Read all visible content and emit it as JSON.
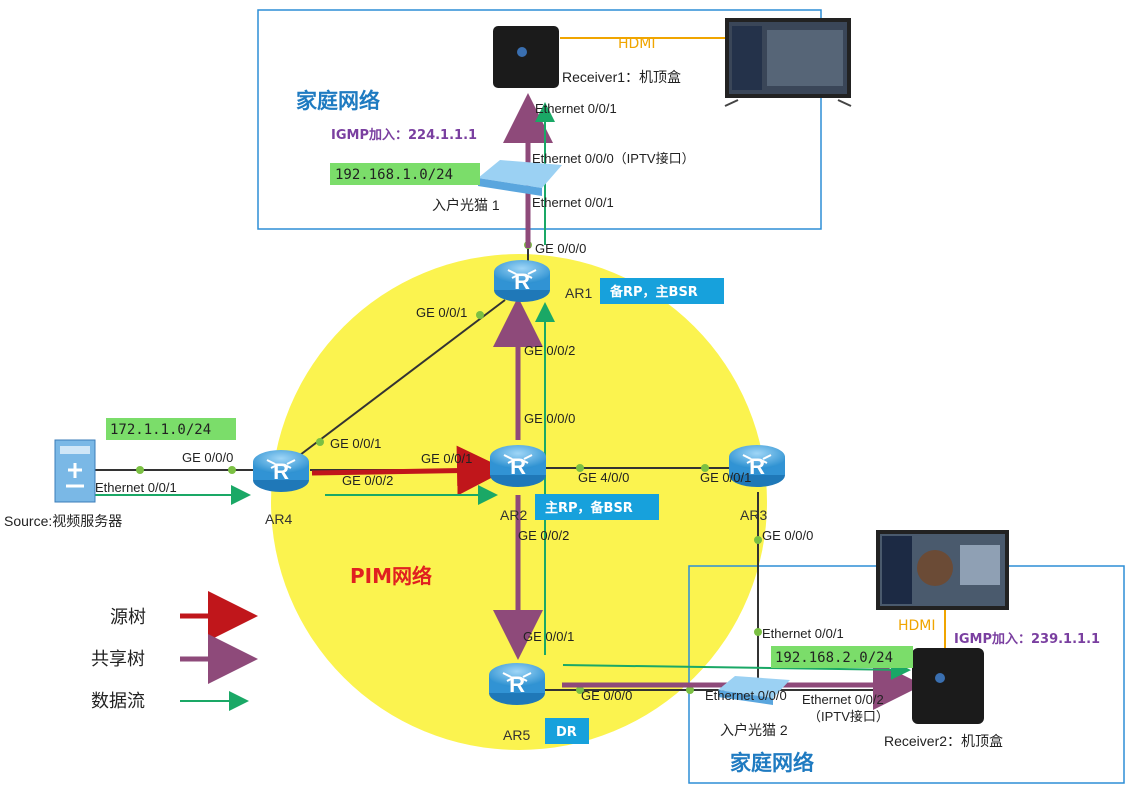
{
  "home_network_top": {
    "title": "家庭网络",
    "igmp_join": "IGMP加入：224.1.1.1",
    "subnet": "192.168.1.0/24",
    "modem": "入户光猫 1",
    "hdmi": "HDMI",
    "receiver": "Receiver1：机顶盒"
  },
  "home_network_bottom": {
    "title": "家庭网络",
    "igmp_join": "IGMP加入：239.1.1.1",
    "subnet": "192.168.2.0/24",
    "modem": "入户光猫 2",
    "hdmi": "HDMI",
    "receiver": "Receiver2：机顶盒"
  },
  "pim_title": "PIM网络",
  "source": {
    "label": "Source:视频服务器",
    "subnet": "172.1.1.0/24",
    "iface": "Ethernet 0/0/1"
  },
  "routers": {
    "ar1": {
      "name": "AR1",
      "role": "备RP，主BSR"
    },
    "ar2": {
      "name": "AR2",
      "role": "主RP，备BSR"
    },
    "ar3": {
      "name": "AR3"
    },
    "ar4": {
      "name": "AR4"
    },
    "ar5": {
      "name": "AR5",
      "role": "DR"
    }
  },
  "ports": {
    "r1_eth001": "Ethernet 0/0/1",
    "r1_eth000": "Ethernet 0/0/0（IPTV接口）",
    "modem1_eth001": "Ethernet 0/0/1",
    "ar1_ge000": "GE 0/0/0",
    "ar1_ge001": "GE 0/0/1",
    "ar1_ge002": "GE 0/0/2",
    "ar2_ge000": "GE 0/0/0",
    "ar4_ge000": "GE 0/0/0",
    "ar4_ge001": "GE 0/0/1",
    "ar4_ge002": "GE 0/0/2",
    "ar2_ge001": "GE 0/0/1",
    "ar2_ge400": "GE 4/0/0",
    "ar3_ge001": "GE 0/0/1",
    "ar3_ge000": "GE 0/0/0",
    "ar2_ge002": "GE 0/0/2",
    "ar5_ge001": "GE 0/0/1",
    "ar5_ge000": "GE 0/0/0",
    "modem2_eth001": "Ethernet 0/0/1",
    "modem2_eth000": "Ethernet 0/0/0",
    "r2_eth002": "Ethernet 0/0/2",
    "r2_iptv": "（IPTV接口）"
  },
  "legend": [
    {
      "label": "源树",
      "color": "#c0161b"
    },
    {
      "label": "共享树",
      "color": "#8e4a7a"
    },
    {
      "label": "数据流",
      "color": "#1aa866"
    }
  ],
  "colors": {
    "yellow": "#fbf34f",
    "blue_box": "#2d8ed6",
    "tag_bg": "#17a1dc",
    "subnet_bg": "#7bdd6a"
  }
}
